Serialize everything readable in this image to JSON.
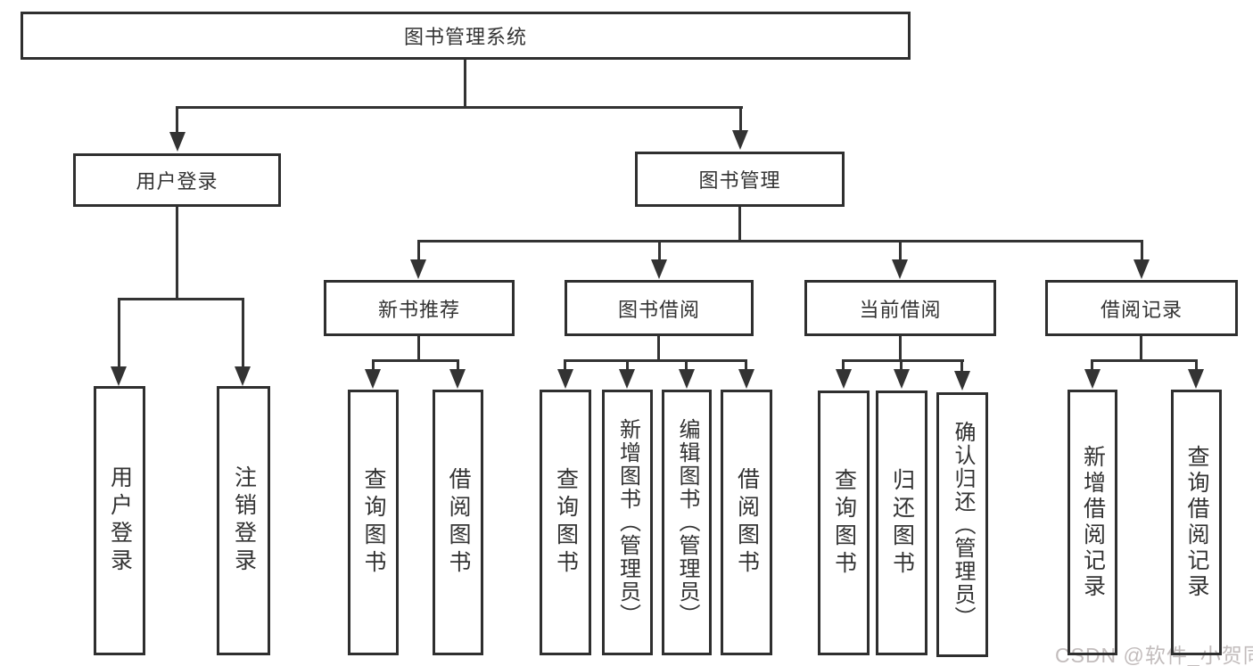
{
  "diagram": {
    "root": {
      "label": "图书管理系统"
    },
    "branches": [
      {
        "label": "用户登录",
        "children": [
          "用户登录",
          "注销登录"
        ]
      },
      {
        "label": "图书管理",
        "sections": [
          {
            "label": "新书推荐",
            "children": [
              "查询图书",
              "借阅图书"
            ]
          },
          {
            "label": "图书借阅",
            "children": [
              "查询图书",
              "新增图书（管理员）",
              "编辑图书（管理员）",
              "借阅图书"
            ]
          },
          {
            "label": "当前借阅",
            "children": [
              "查询图书",
              "归还图书",
              "确认归还（管理员）"
            ]
          },
          {
            "label": "借阅记录",
            "children": [
              "新增借阅记录",
              "查询借阅记录"
            ]
          }
        ]
      }
    ],
    "colors": {
      "line": "#333333",
      "border": "#2f2f2f",
      "watermark": "#c2bcbc"
    }
  },
  "watermark": "CSDN @软件_小贺同学"
}
